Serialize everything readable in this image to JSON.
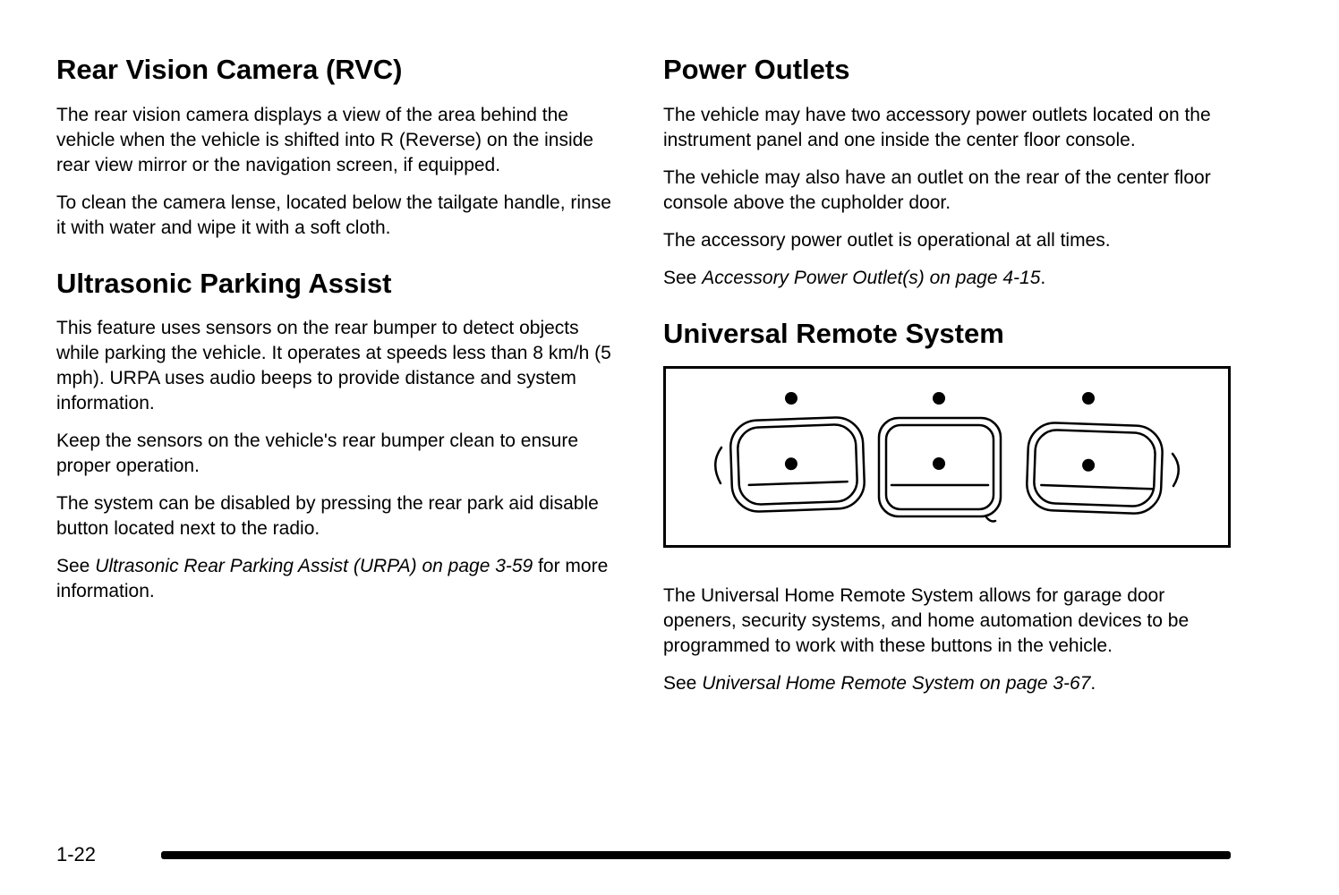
{
  "left_column": {
    "rvc": {
      "title": "Rear Vision Camera (RVC)",
      "para1": "The rear vision camera displays a view of the area behind the vehicle when the vehicle is shifted into R (Reverse) on the inside rear view mirror or the navigation screen, if equipped.",
      "para2": "To clean the camera lense, located below the tailgate handle, rinse it with water and wipe it with a soft cloth."
    },
    "urpa": {
      "title": "Ultrasonic Parking Assist",
      "para1": "This feature uses sensors on the rear bumper to detect objects while parking the vehicle. It operates at speeds less than 8 km/h (5 mph). URPA uses audio beeps to provide distance and system information.",
      "para2": "Keep the sensors on the vehicle's rear bumper clean to ensure proper operation.",
      "para3": "The system can be disabled by pressing the rear park aid disable button located next to the radio.",
      "see_prefix": "See ",
      "see_link": "Ultrasonic Rear Parking Assist (URPA) on page 3-59",
      "see_suffix": " for more information."
    }
  },
  "right_column": {
    "power_outlets": {
      "title": "Power Outlets",
      "para1": "The vehicle may have two accessory power outlets located on the instrument panel and one inside the center floor console.",
      "para2": "The vehicle may also have an outlet on the rear of the center floor console above the cupholder door.",
      "para3": "The accessory power outlet is operational at all times.",
      "see_prefix": "See ",
      "see_link": "Accessory Power Outlet(s) on page 4-15",
      "see_suffix": "."
    },
    "universal_remote": {
      "title": "Universal Remote System",
      "figure_name": "universal-remote-buttons-illustration",
      "para1": "The Universal Home Remote System allows for garage door openers, security systems, and home automation devices to be programmed to work with these buttons in the vehicle.",
      "see_prefix": "See ",
      "see_link": "Universal Home Remote System on page 3-67",
      "see_suffix": "."
    }
  },
  "footer": {
    "page_number": "1-22"
  }
}
